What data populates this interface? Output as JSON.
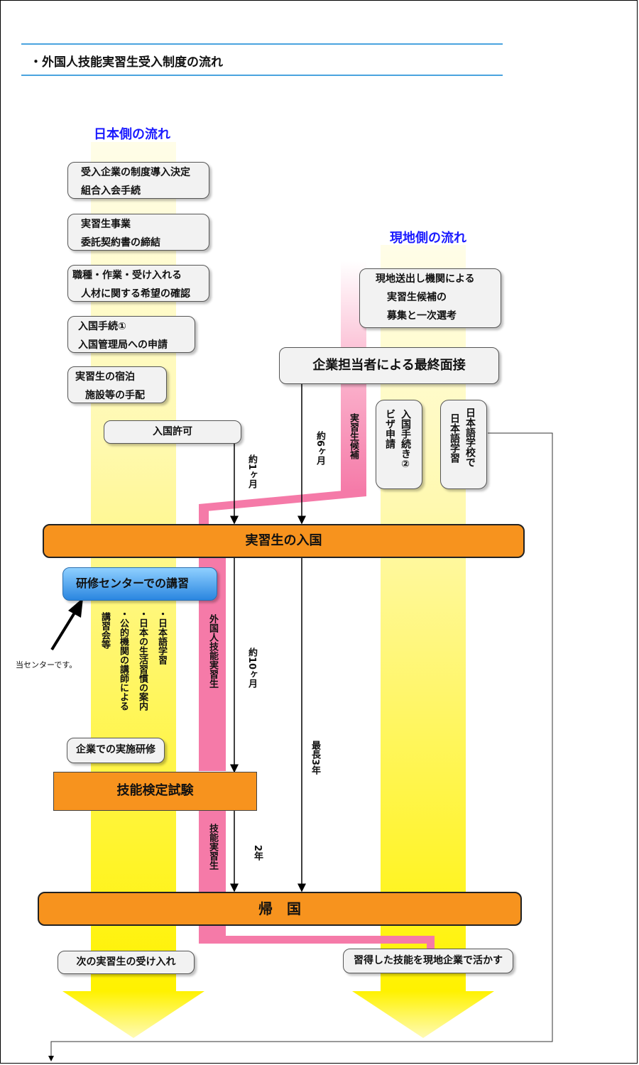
{
  "page": {
    "title": "・外国人技能実習生受入制度の流れ"
  },
  "japan_side": {
    "heading": "日本側の流れ",
    "steps": [
      {
        "line1": "受入企業の制度導入決定",
        "line2": "組合入会手続"
      },
      {
        "line1": "実習生事業",
        "line2": "委託契約書の締結"
      },
      {
        "line1": "職種・作業・受け入れる",
        "line2": "人材に関する希望の確認"
      },
      {
        "line1": "入国手続①",
        "line2": "入国管理局への申請"
      },
      {
        "line1": "実習生の宿泊",
        "line2": "施設等の手配"
      }
    ],
    "permit": "入国許可",
    "training_center": "研修センターでの講習",
    "training_items": [
      "・日本語学習",
      "・日本の生活習慣の案内",
      "・公的機関の講師による",
      "講習会等"
    ],
    "company_training": "企業での実施研修",
    "exam": "技能検定試験",
    "next": "次の実習生の受け入れ"
  },
  "local_side": {
    "heading": "現地側の流れ",
    "recruit": {
      "line1": "現地送出し機関による",
      "line2": "実習生候補の",
      "line3": "募集と一次選考"
    },
    "interview": "企業担当者による最終面接",
    "visa": {
      "line1": "入国手続き②",
      "line2": "ビザ申請"
    },
    "school": {
      "line1": "日本語学校で",
      "line2": "日本語学習"
    },
    "use_skill": "習得した技能を現地企業で活かす"
  },
  "center": {
    "entry": "実習生の入国",
    "return": "帰　国"
  },
  "annotations": {
    "candidate": "実習生候補",
    "foreign_trainee": "外国人技能実習生",
    "skill_trainee": "技能実習生",
    "one_month": "約1ヶ月",
    "six_months": "約6ヶ月",
    "ten_months": "約10ヶ月",
    "max_three_years": "最長3年",
    "two_years": "2年",
    "this_center": "当センターです。"
  },
  "colors": {
    "heading_blue": "#1a1aff",
    "orange": "#f7931e",
    "pink": "#f57aa8",
    "yellow": "#fff200",
    "rule_blue": "#4aa3df"
  }
}
